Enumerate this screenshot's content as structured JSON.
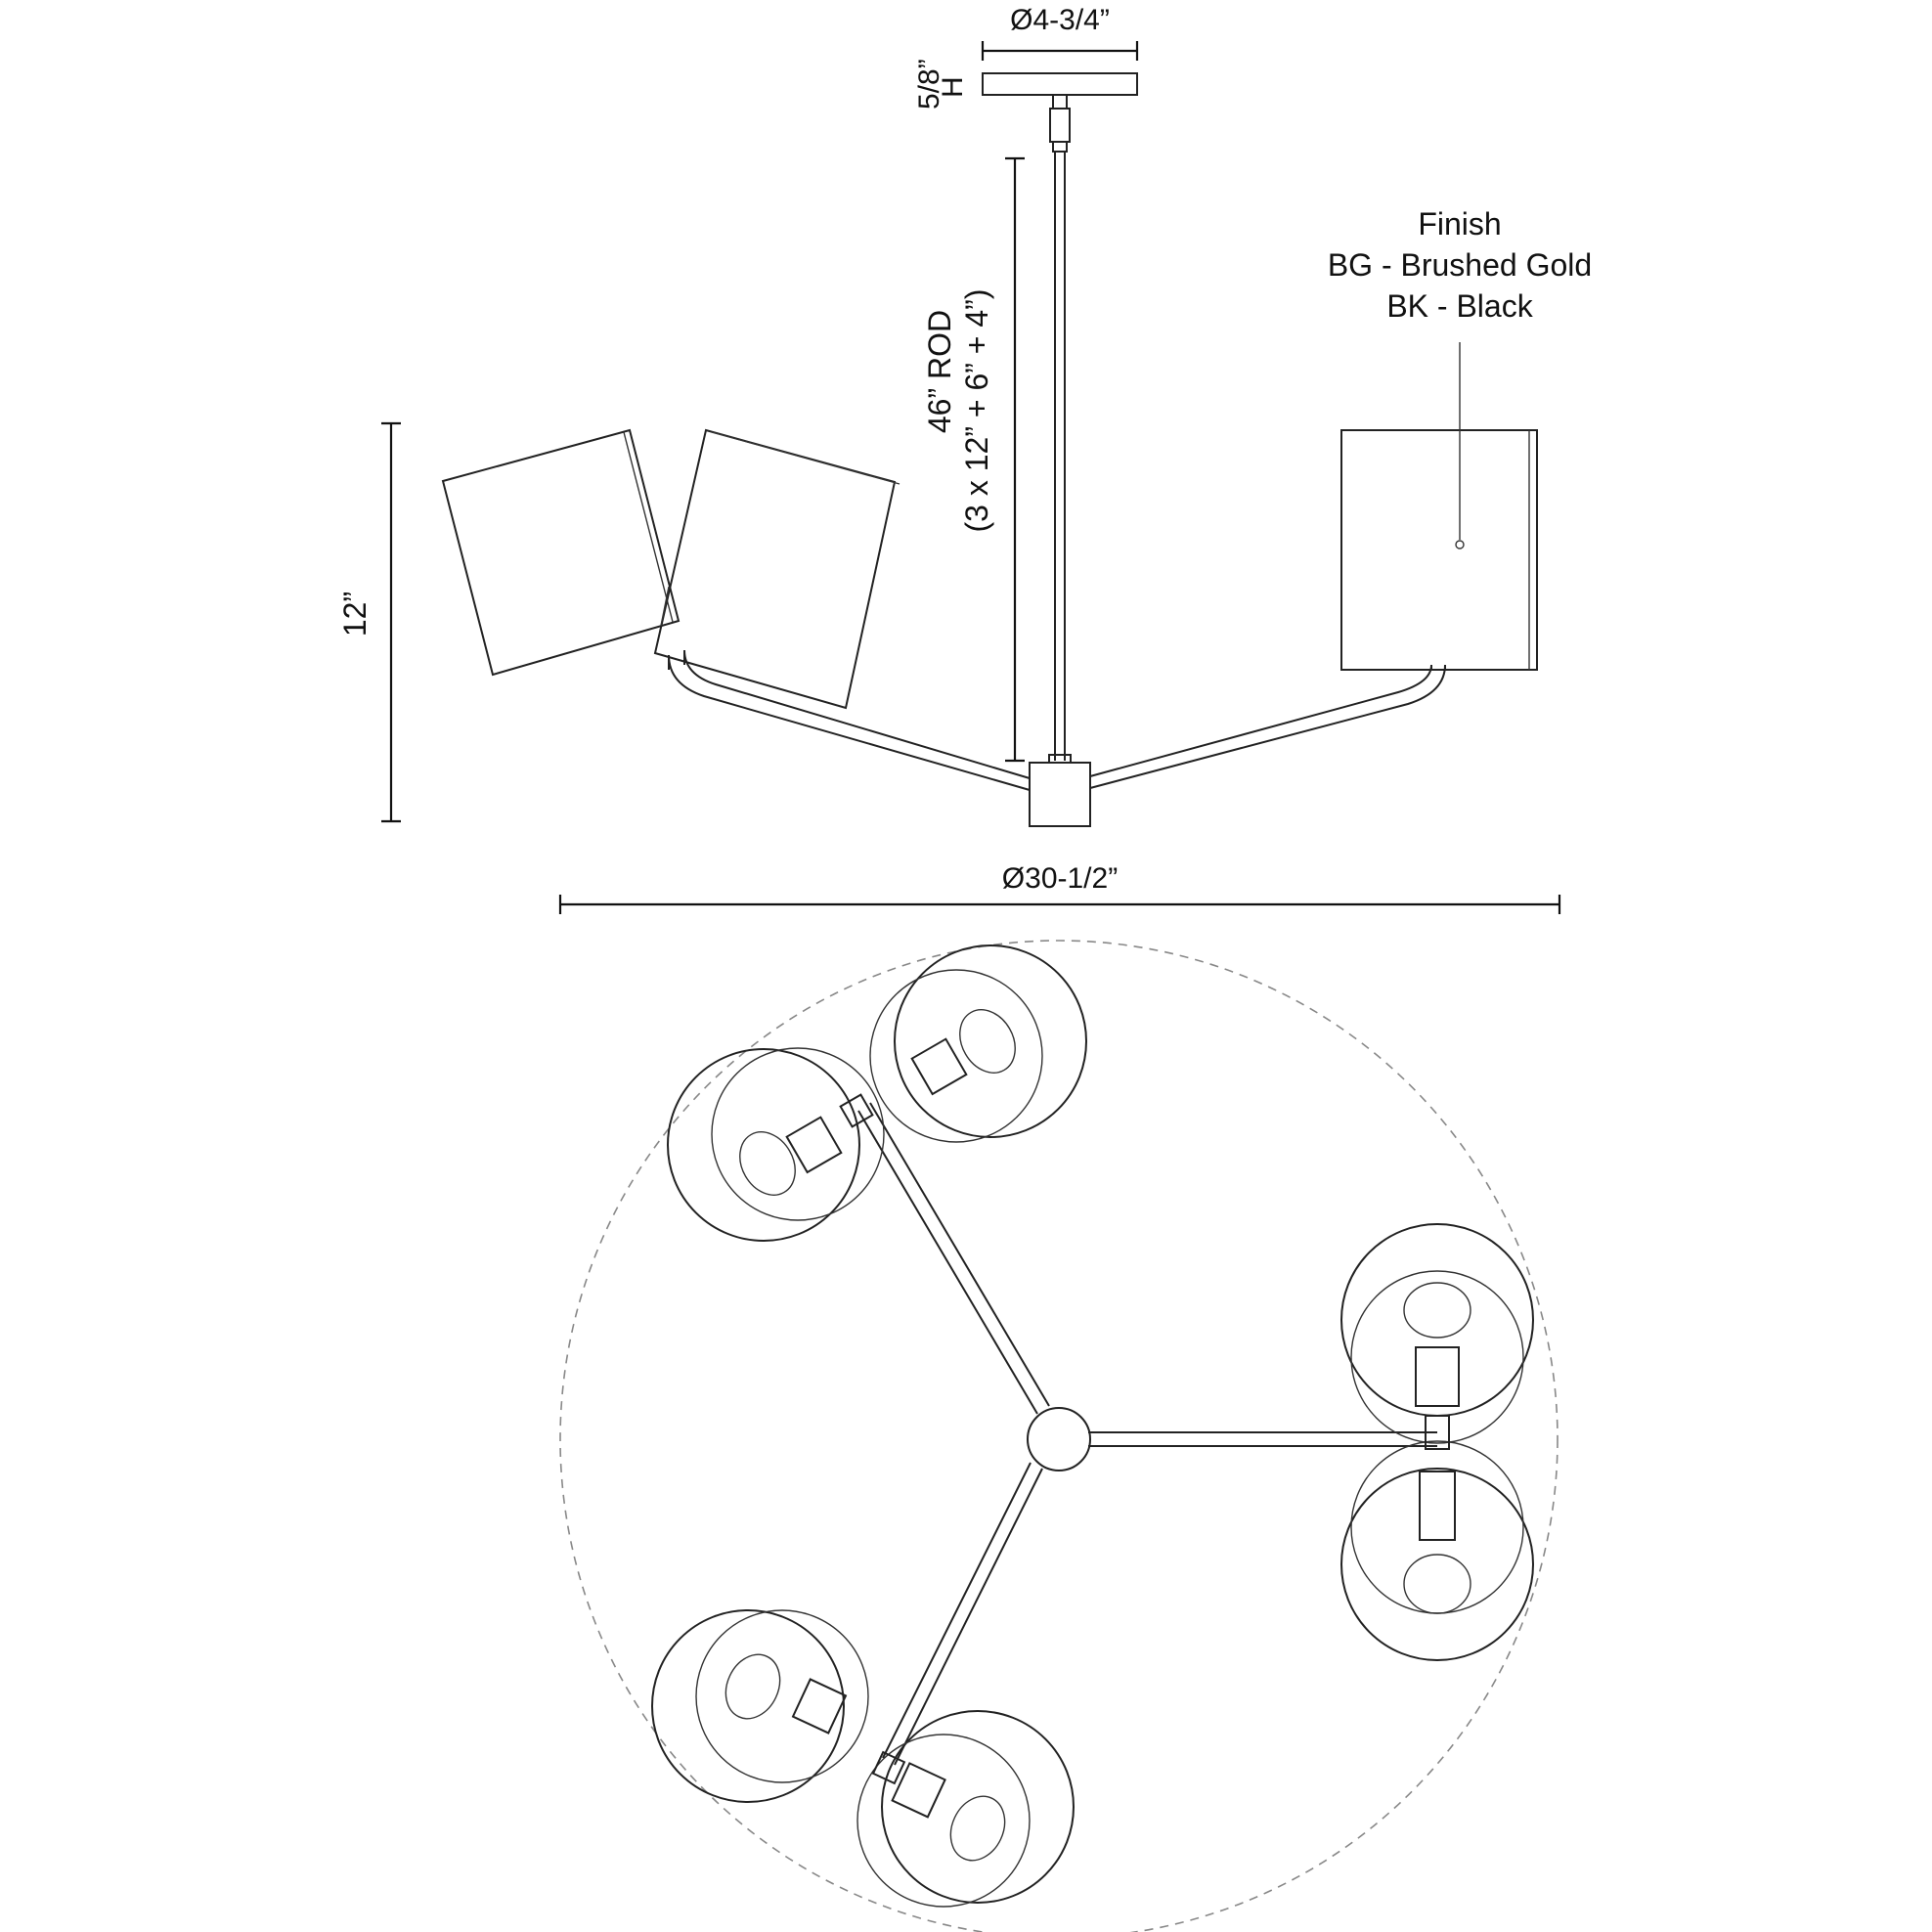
{
  "labels": {
    "canopy_diameter": "Ø4-3/4”",
    "canopy_height": "5/8”",
    "canopy_height_suffix": "H",
    "rod_length": "46” ROD",
    "rod_breakdown": "(3 x 12” + 6” + 4”)",
    "height": "12”",
    "fixture_diameter": "Ø30-1/2”"
  },
  "finish": {
    "title": "Finish",
    "options": [
      "BG - Brushed Gold",
      "BK - Black"
    ]
  },
  "colors": {
    "line": "#222222",
    "text": "#111111",
    "dash": "#888888"
  }
}
